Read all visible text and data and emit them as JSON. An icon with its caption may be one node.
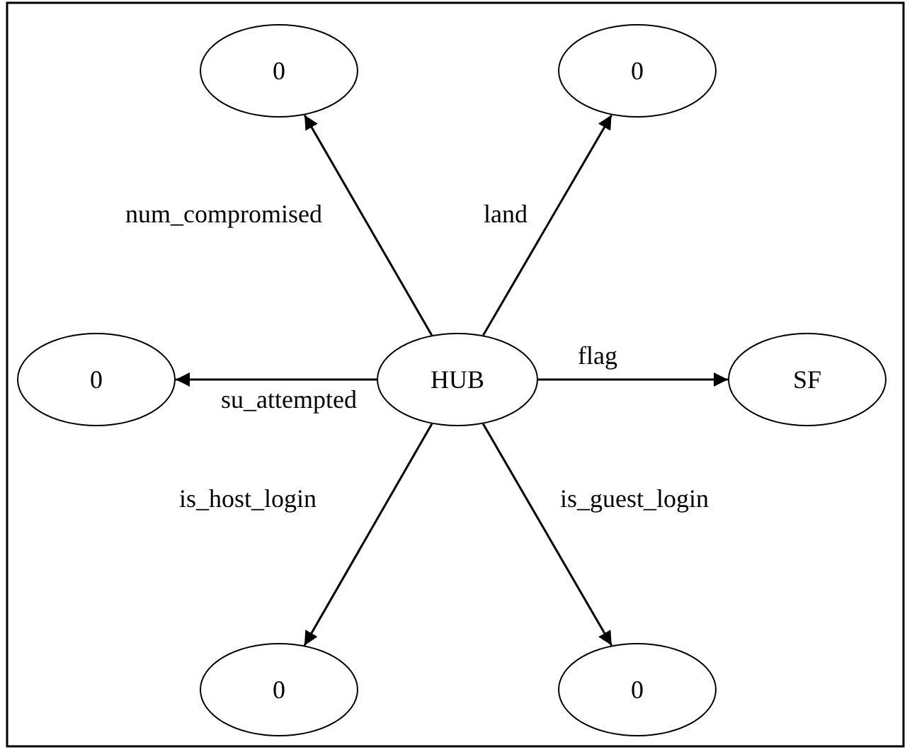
{
  "diagram": {
    "nodes": [
      {
        "text": [
          "0"
        ]
      },
      {
        "text": [
          "0"
        ]
      },
      {
        "text": [
          "0"
        ]
      },
      {
        "text": [
          "HUB"
        ]
      },
      {
        "text": [
          "SF"
        ]
      },
      {
        "text": [
          "0"
        ]
      },
      {
        "text": [
          "0"
        ]
      }
    ],
    "edges": [
      {
        "from": 3,
        "to": 0,
        "arrow": "to",
        "label": "num_compromised"
      },
      {
        "from": 3,
        "to": 1,
        "arrow": "to",
        "label": "land"
      },
      {
        "from": 3,
        "to": 2,
        "arrow": "to",
        "label": "su_attempted"
      },
      {
        "from": 3,
        "to": 4,
        "arrow": "to",
        "label": "flag"
      },
      {
        "from": 3,
        "to": 5,
        "arrow": "to",
        "label": "is_host_login"
      },
      {
        "from": 3,
        "to": 6,
        "arrow": "to",
        "label": "is_guest_login"
      }
    ]
  }
}
